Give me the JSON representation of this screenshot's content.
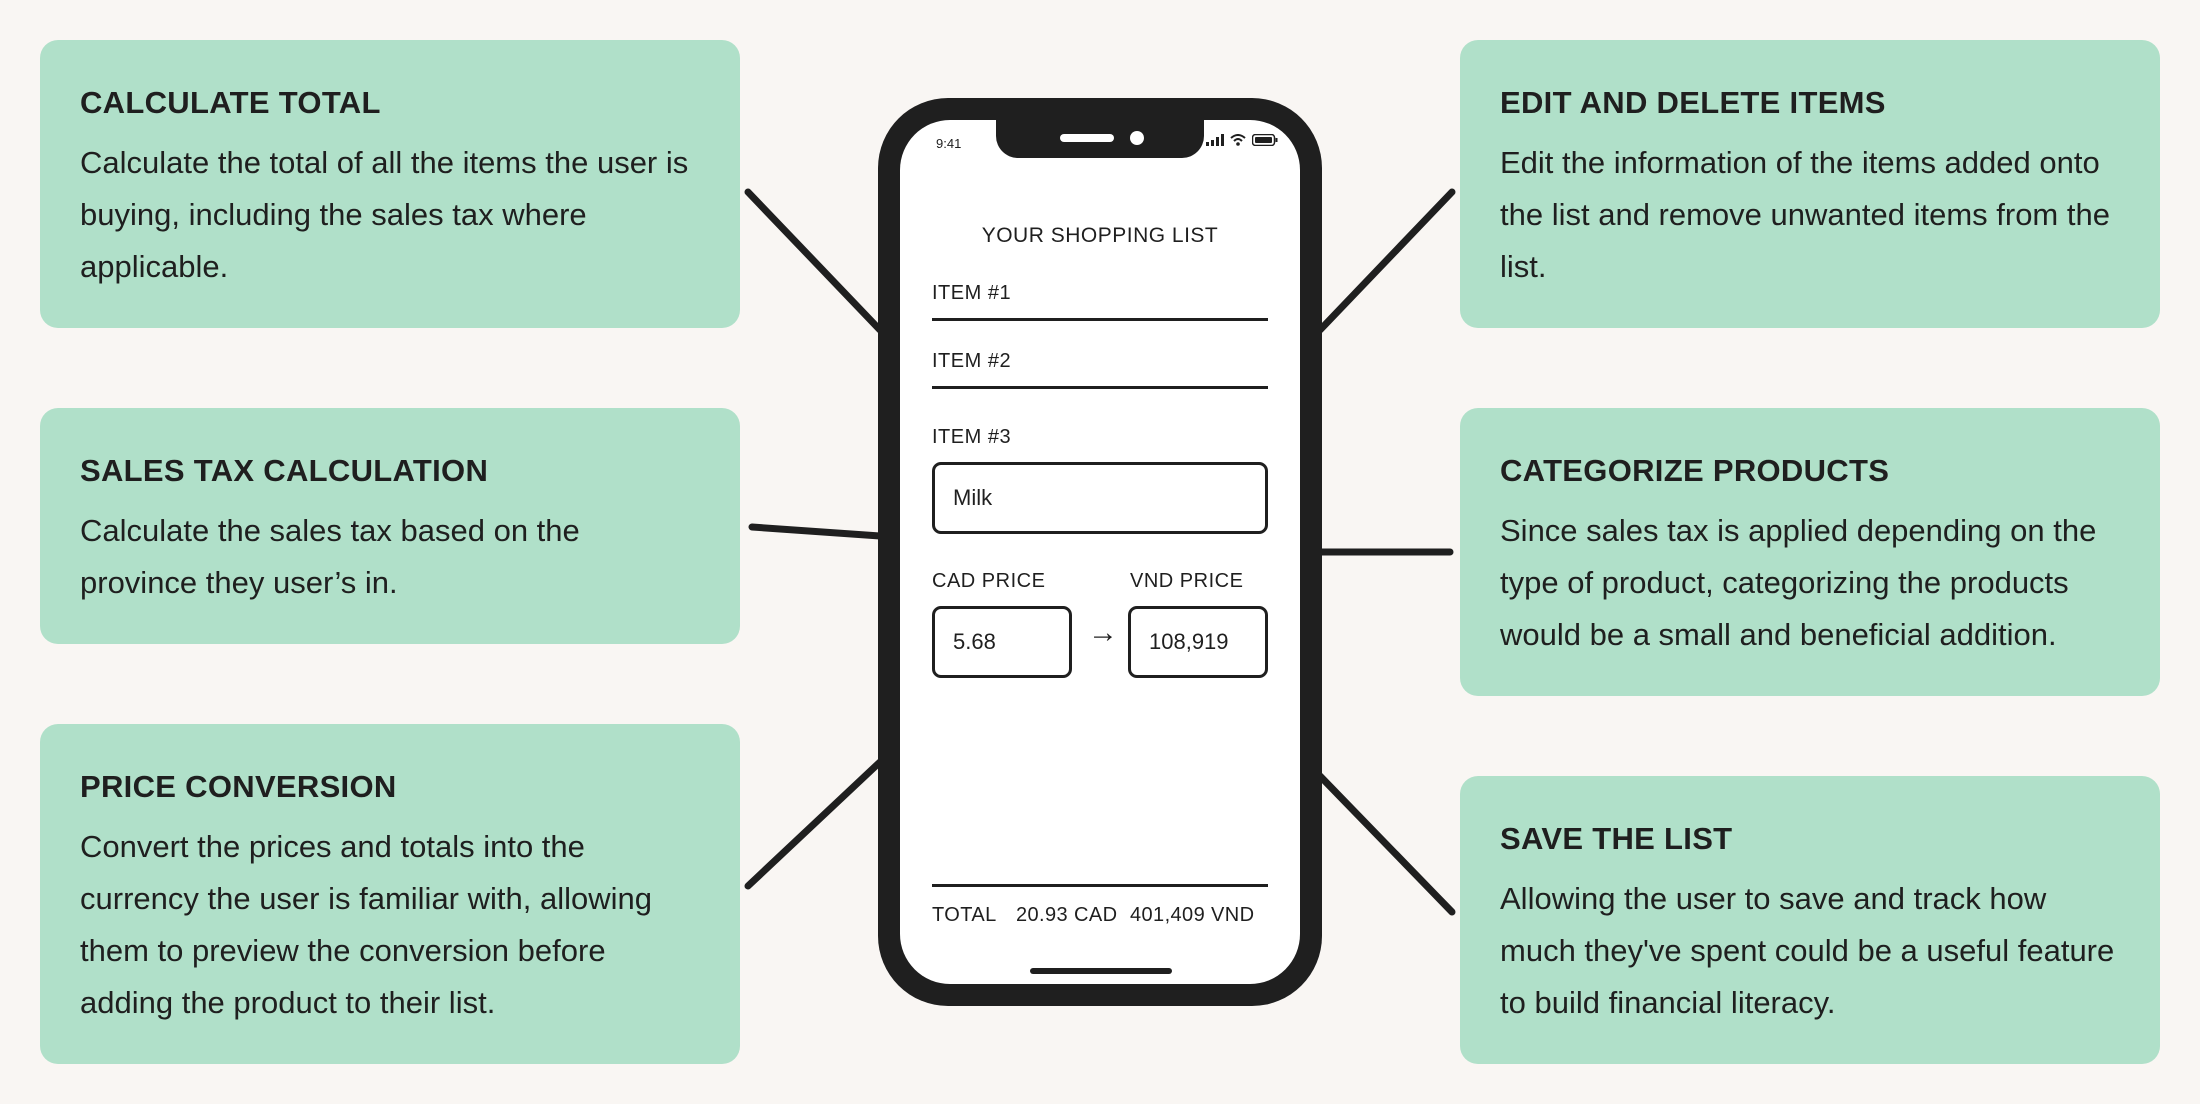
{
  "cards": {
    "calculate_total": {
      "title": "CALCULATE TOTAL",
      "body": "Calculate the total of all the items the user is buying, including the sales tax where applicable."
    },
    "sales_tax": {
      "title": "SALES TAX CALCULATION",
      "body": "Calculate the sales tax based on the province they user’s in."
    },
    "price_conversion": {
      "title": "PRICE CONVERSION",
      "body": "Convert the prices and totals into the currency the user is familiar with, allowing them to preview the conversion before adding the product to their list."
    },
    "edit_delete": {
      "title": "EDIT AND DELETE ITEMS",
      "body": "Edit the information of the items added onto the list and remove unwanted items from the list."
    },
    "categorize": {
      "title": "CATEGORIZE PRODUCTS",
      "body": "Since sales tax is applied depending on the type of product, categorizing the products would be a small and beneficial addition."
    },
    "save_list": {
      "title": "SAVE THE LIST",
      "body": "Allowing the user to save and track how much they've spent could be a useful feature to build financial literacy."
    }
  },
  "phone": {
    "status_time": "9:41",
    "app_title": "YOUR SHOPPING LIST",
    "item1_label": "ITEM #1",
    "item2_label": "ITEM #2",
    "item3_label": "ITEM #3",
    "item3_value": "Milk",
    "cad_label": "CAD PRICE",
    "vnd_label": "VND PRICE",
    "cad_value": "5.68",
    "vnd_value": "108,919",
    "arrow": "→",
    "total_label": "TOTAL",
    "total_cad": "20.93 CAD",
    "total_vnd": "401,409 VND"
  },
  "colors": {
    "background": "#f9f6f3",
    "card": "#b0e0c9",
    "phone_frame": "#1f1f1f",
    "text": "#1f1f1f"
  },
  "icons": [
    "signal-icon",
    "wifi-icon",
    "battery-icon",
    "arrow-right-icon"
  ]
}
